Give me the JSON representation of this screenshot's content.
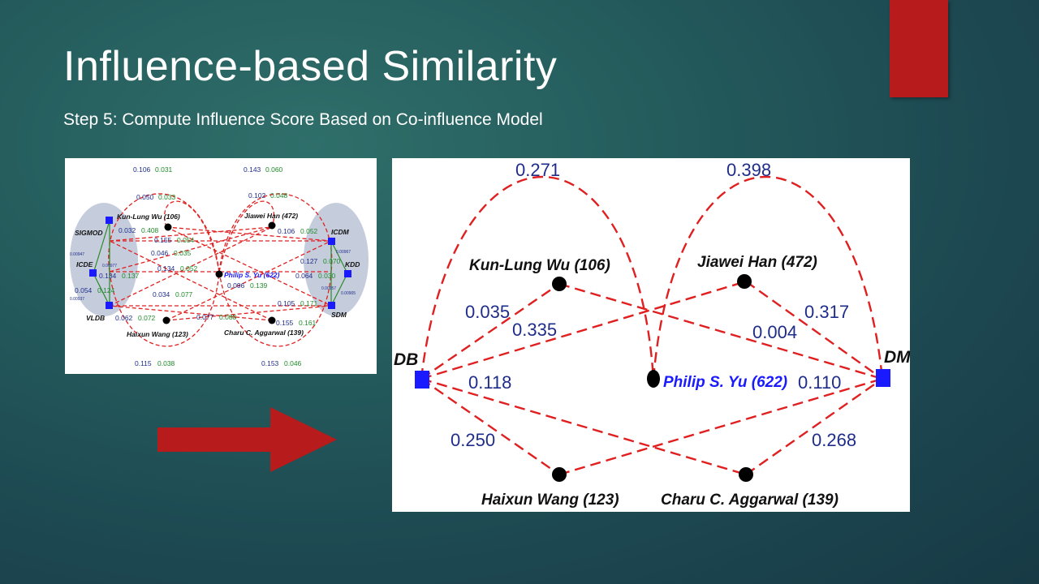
{
  "slide": {
    "title": "Influence-based Similarity",
    "subtitle": "Step 5: Compute Influence Score Based on Co-influence Model"
  },
  "colors": {
    "accent_tab": "#b71b1b",
    "edge": "#e02020",
    "node_square": "#1a1aff",
    "node_circle": "#000000",
    "label_blue": "#1f2d8a",
    "label_green": "#1f8a2a"
  },
  "left_diagram": {
    "venues_left": [
      "SIGMOD",
      "ICDE",
      "VLDB"
    ],
    "venues_right": [
      "ICDM",
      "KDD",
      "SDM"
    ],
    "authors": {
      "kun": "Kun-Lung Wu (106)",
      "jiawei": "Jiawei Han (472)",
      "philip": "Philip S. Yu (622)",
      "haixun": "Haixun Wang (123)",
      "charu": "Charu C. Aggarwal (139)"
    },
    "labels": {
      "top_left_b": "0.106",
      "top_left_g": "0.031",
      "top_right_b": "0.143",
      "top_right_g": "0.060",
      "arc_l_b": "0.050",
      "arc_l_g": "0.033",
      "arc_r_b": "0.102",
      "arc_r_g": "0.048",
      "sig_b": "0.032",
      "sig_g": "0.408",
      "m1_b": "0.155",
      "m1_g": "0.054",
      "m2_b": "0.046",
      "m2_g": "0.035",
      "m3_b": "0.134",
      "m3_g": "0.052",
      "icde_b": "0.134",
      "icde_g": "0.137",
      "vl_b": "0.054",
      "vl_g": "0.124",
      "c1_b": "0.034",
      "c1_g": "0.077",
      "vldb_b": "0.062",
      "vldb_g": "0.072",
      "bot_m_b": "0.077",
      "bot_m_g": "0.088",
      "phil_b": "0.096",
      "phil_g": "0.139",
      "icdm_b": "0.106",
      "icdm_g": "0.052",
      "kdd_b": "0.127",
      "kdd_g": "0.070",
      "kdd2_b": "0.064",
      "kdd2_g": "0.030",
      "sdm_b": "0.105",
      "sdm_g": "0.171",
      "sdm2_b": "0.155",
      "sdm2_g": "0.161",
      "bot_l_b": "0.115",
      "bot_l_g": "0.038",
      "bot_r_b": "0.153",
      "bot_r_g": "0.046",
      "tiny_1": "0.00947",
      "tiny_2": "0.00977",
      "tiny_3": "0.00937",
      "tiny_4": "0.00967",
      "tiny_5": "0.00957",
      "tiny_6": "0.00905"
    }
  },
  "right_diagram": {
    "venue_left": "DB",
    "venue_right": "DM",
    "authors": {
      "kun": "Kun-Lung Wu (106)",
      "jiawei": "Jiawei Han (472)",
      "philip": "Philip S. Yu (622)",
      "haixun": "Haixun Wang (123)",
      "charu": "Charu C. Aggarwal (139)"
    },
    "scores": {
      "arc_left": "0.271",
      "arc_right": "0.398",
      "db_kun": "0.035",
      "db_jiawei": "0.335",
      "kun_dm": "0.004",
      "jiawei_dm": "0.317",
      "db_philip": "0.118",
      "philip_dm": "0.110",
      "db_haixun": "0.250",
      "charu_dm": "0.268"
    }
  }
}
